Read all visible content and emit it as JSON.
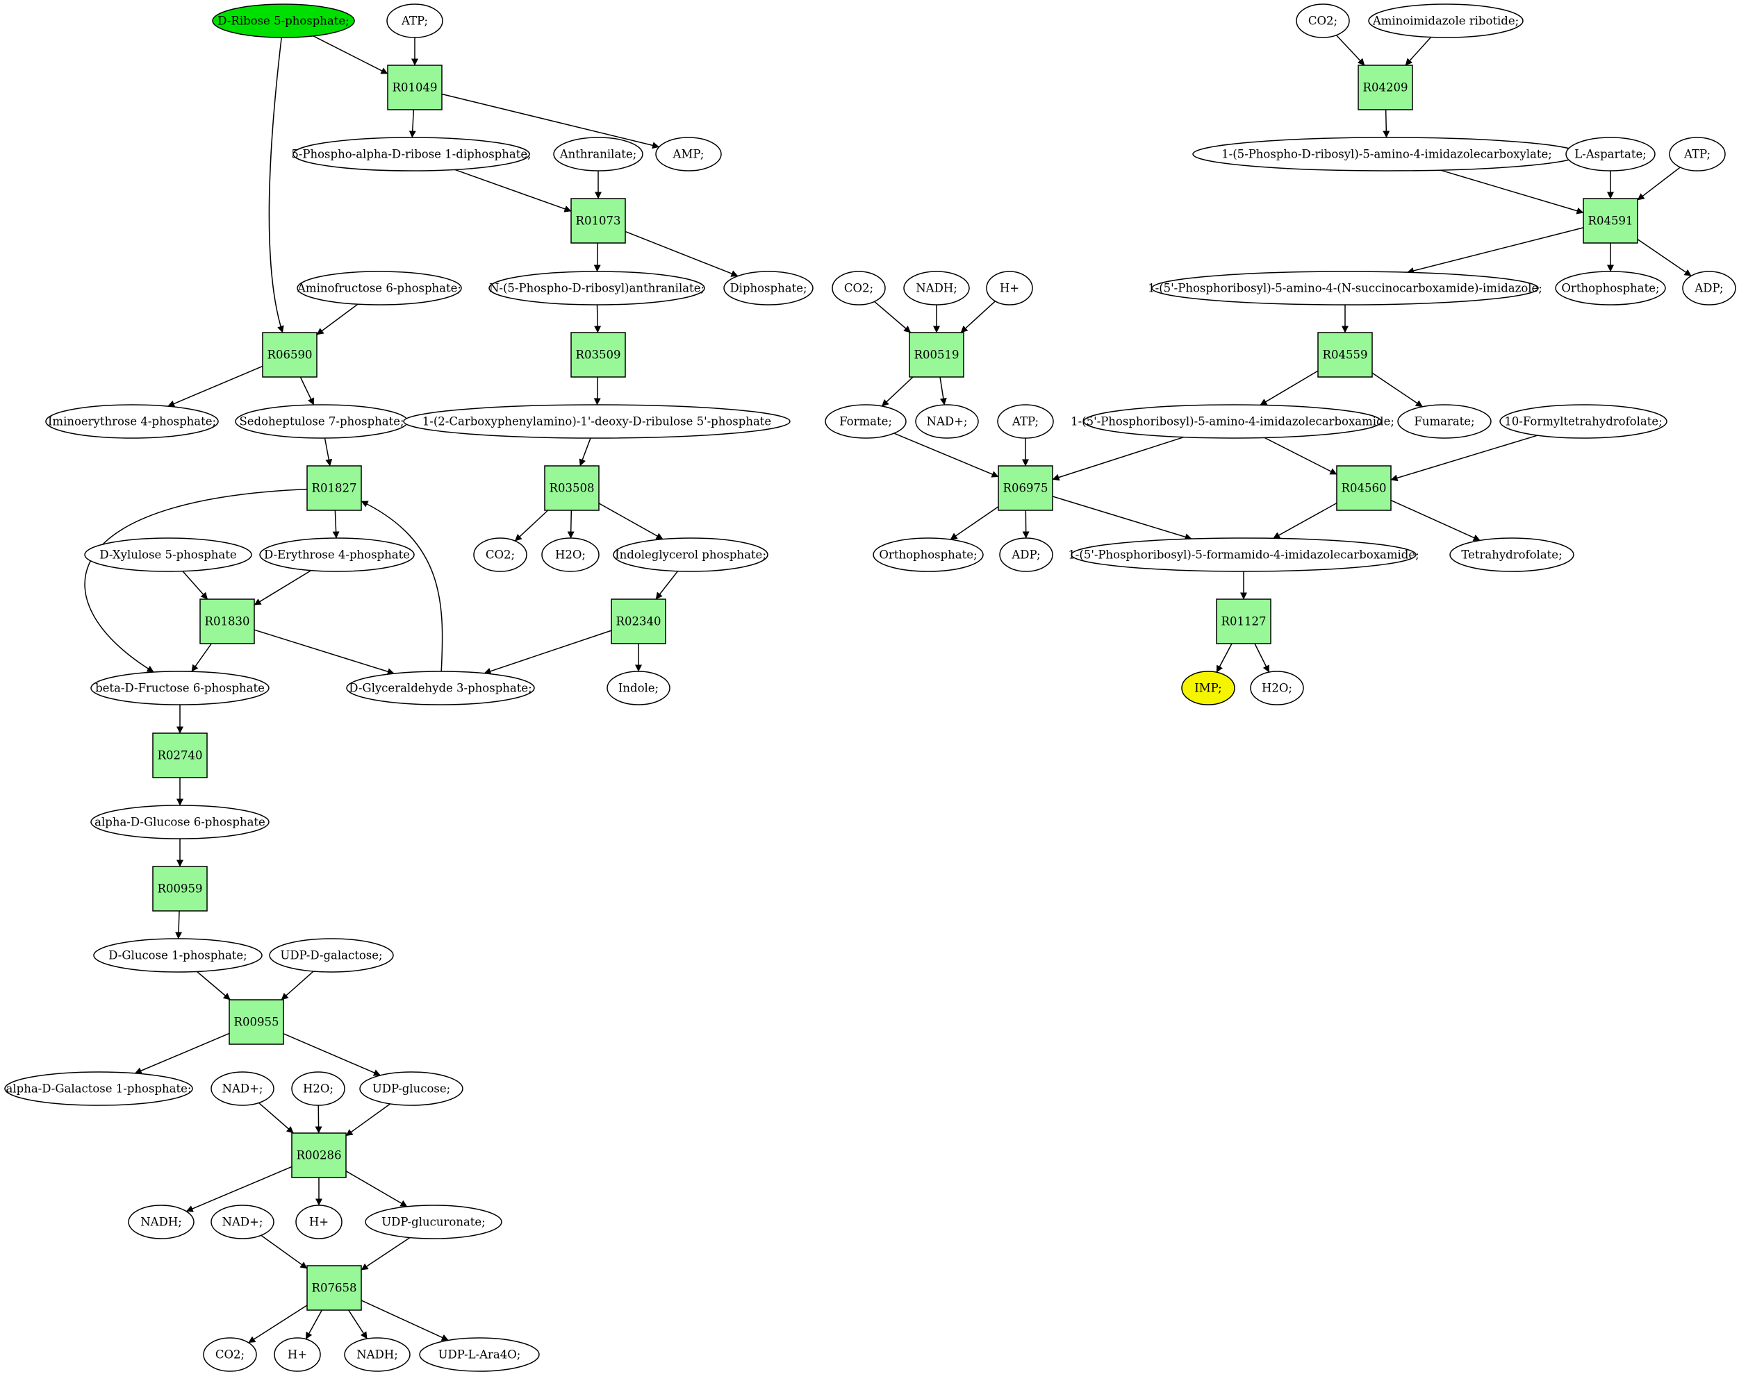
{
  "colors": {
    "reaction_fill": "#98f898",
    "source_fill": "#00e000",
    "target_fill": "#f5f500",
    "default_fill": "#ffffff",
    "stroke": "#000000"
  },
  "compounds": [
    {
      "id": "ribose5p",
      "label": "D-Ribose 5-phosphate;",
      "role": "source"
    },
    {
      "id": "atp1",
      "label": "ATP;"
    },
    {
      "id": "prpp",
      "label": "5-Phospho-alpha-D-ribose 1-diphosphate;"
    },
    {
      "id": "amp",
      "label": "AMP;"
    },
    {
      "id": "anthranilate",
      "label": "Anthranilate;"
    },
    {
      "id": "aminofructose",
      "label": "Aminofructose 6-phosphate;"
    },
    {
      "id": "nprib",
      "label": "N-(5-Phospho-D-ribosyl)anthranilate;"
    },
    {
      "id": "diphosphate",
      "label": "Diphosphate;"
    },
    {
      "id": "iminoery",
      "label": "Iminoerythrose 4-phosphate;"
    },
    {
      "id": "sedo",
      "label": "Sedoheptulose 7-phosphate;"
    },
    {
      "id": "cdrp",
      "label": "1-(2-Carboxyphenylamino)-1'-deoxy-D-ribulose 5'-phosphate"
    },
    {
      "id": "xylulose",
      "label": "D-Xylulose 5-phosphate"
    },
    {
      "id": "erythrose",
      "label": "D-Erythrose 4-phosphate"
    },
    {
      "id": "co2a",
      "label": "CO2;"
    },
    {
      "id": "h2oa",
      "label": "H2O;"
    },
    {
      "id": "igp",
      "label": "Indoleglycerol phosphate;"
    },
    {
      "id": "f6p",
      "label": "beta-D-Fructose 6-phosphate"
    },
    {
      "id": "g3p",
      "label": "D-Glyceraldehyde 3-phosphate;"
    },
    {
      "id": "indole",
      "label": "Indole;"
    },
    {
      "id": "g6p",
      "label": "alpha-D-Glucose 6-phosphate"
    },
    {
      "id": "g1p",
      "label": "D-Glucose 1-phosphate;"
    },
    {
      "id": "udpgal",
      "label": "UDP-D-galactose;"
    },
    {
      "id": "gal1p",
      "label": "alpha-D-Galactose 1-phosphate;"
    },
    {
      "id": "nad1",
      "label": "NAD+;"
    },
    {
      "id": "h2ob",
      "label": "H2O;"
    },
    {
      "id": "udpglc",
      "label": "UDP-glucose;"
    },
    {
      "id": "nadh1",
      "label": "NADH;"
    },
    {
      "id": "nad2",
      "label": "NAD+;"
    },
    {
      "id": "hplus1",
      "label": "H+"
    },
    {
      "id": "udpglcu",
      "label": "UDP-glucuronate;"
    },
    {
      "id": "co2b",
      "label": "CO2;"
    },
    {
      "id": "hplus2",
      "label": "H+"
    },
    {
      "id": "nadh2",
      "label": "NADH;"
    },
    {
      "id": "udpara",
      "label": "UDP-L-Ara4O;"
    },
    {
      "id": "co2c",
      "label": "CO2;"
    },
    {
      "id": "nadh3",
      "label": "NADH;"
    },
    {
      "id": "hplus3",
      "label": "H+"
    },
    {
      "id": "formate",
      "label": "Formate;"
    },
    {
      "id": "nad3",
      "label": "NAD+;"
    },
    {
      "id": "atp2",
      "label": "ATP;"
    },
    {
      "id": "ortho1",
      "label": "Orthophosphate;"
    },
    {
      "id": "adp1",
      "label": "ADP;"
    },
    {
      "id": "co2d",
      "label": "CO2;"
    },
    {
      "id": "air",
      "label": "Aminoimidazole ribotide;"
    },
    {
      "id": "caire",
      "label": "1-(5-Phospho-D-ribosyl)-5-amino-4-imidazolecarboxylate;"
    },
    {
      "id": "asp",
      "label": "L-Aspartate;"
    },
    {
      "id": "atp3",
      "label": "ATP;"
    },
    {
      "id": "saicar",
      "label": "1-(5'-Phosphoribosyl)-5-amino-4-(N-succinocarboxamide)-imidazole;"
    },
    {
      "id": "ortho2",
      "label": "Orthophosphate;"
    },
    {
      "id": "adp2",
      "label": "ADP;"
    },
    {
      "id": "aicar",
      "label": "1-(5'-Phosphoribosyl)-5-amino-4-imidazolecarboxamide;"
    },
    {
      "id": "fumarate",
      "label": "Fumarate;"
    },
    {
      "id": "fthf",
      "label": "10-Formyltetrahydrofolate;"
    },
    {
      "id": "faicar",
      "label": "1-(5'-Phosphoribosyl)-5-formamido-4-imidazolecarboxamide;"
    },
    {
      "id": "thf",
      "label": "Tetrahydrofolate;"
    },
    {
      "id": "imp",
      "label": "IMP;",
      "role": "target"
    },
    {
      "id": "h2oc",
      "label": "H2O;"
    }
  ],
  "reactions": [
    {
      "id": "R01049",
      "label": "R01049"
    },
    {
      "id": "R01073",
      "label": "R01073"
    },
    {
      "id": "R06590",
      "label": "R06590"
    },
    {
      "id": "R03509",
      "label": "R03509"
    },
    {
      "id": "R01827",
      "label": "R01827"
    },
    {
      "id": "R03508",
      "label": "R03508"
    },
    {
      "id": "R01830",
      "label": "R01830"
    },
    {
      "id": "R02340",
      "label": "R02340"
    },
    {
      "id": "R02740",
      "label": "R02740"
    },
    {
      "id": "R00959",
      "label": "R00959"
    },
    {
      "id": "R00955",
      "label": "R00955"
    },
    {
      "id": "R00286",
      "label": "R00286"
    },
    {
      "id": "R07658",
      "label": "R07658"
    },
    {
      "id": "R00519",
      "label": "R00519"
    },
    {
      "id": "R06975",
      "label": "R06975"
    },
    {
      "id": "R04209",
      "label": "R04209"
    },
    {
      "id": "R04591",
      "label": "R04591"
    },
    {
      "id": "R04559",
      "label": "R04559"
    },
    {
      "id": "R04560",
      "label": "R04560"
    },
    {
      "id": "R01127",
      "label": "R01127"
    }
  ],
  "edges": [
    [
      "ribose5p",
      "R01049"
    ],
    [
      "atp1",
      "R01049"
    ],
    [
      "R01049",
      "prpp"
    ],
    [
      "R01049",
      "amp"
    ],
    [
      "ribose5p",
      "R06590"
    ],
    [
      "prpp",
      "R01073"
    ],
    [
      "anthranilate",
      "R01073"
    ],
    [
      "R01073",
      "nprib"
    ],
    [
      "R01073",
      "diphosphate"
    ],
    [
      "aminofructose",
      "R06590"
    ],
    [
      "R06590",
      "iminoery"
    ],
    [
      "R06590",
      "sedo"
    ],
    [
      "nprib",
      "R03509"
    ],
    [
      "R03509",
      "cdrp"
    ],
    [
      "sedo",
      "R01827"
    ],
    [
      "R01827",
      "erythrose"
    ],
    [
      "R01827",
      "f6p"
    ],
    [
      "cdrp",
      "R03508"
    ],
    [
      "R03508",
      "co2a"
    ],
    [
      "R03508",
      "h2oa"
    ],
    [
      "R03508",
      "igp"
    ],
    [
      "xylulose",
      "R01830"
    ],
    [
      "erythrose",
      "R01830"
    ],
    [
      "R01830",
      "f6p"
    ],
    [
      "R01830",
      "g3p"
    ],
    [
      "igp",
      "R02340"
    ],
    [
      "R02340",
      "g3p"
    ],
    [
      "R02340",
      "indole"
    ],
    [
      "g3p",
      "R01827"
    ],
    [
      "f6p",
      "R02740"
    ],
    [
      "R02740",
      "g6p"
    ],
    [
      "g6p",
      "R00959"
    ],
    [
      "R00959",
      "g1p"
    ],
    [
      "g1p",
      "R00955"
    ],
    [
      "udpgal",
      "R00955"
    ],
    [
      "R00955",
      "gal1p"
    ],
    [
      "R00955",
      "udpglc"
    ],
    [
      "nad1",
      "R00286"
    ],
    [
      "h2ob",
      "R00286"
    ],
    [
      "udpglc",
      "R00286"
    ],
    [
      "R00286",
      "nadh1"
    ],
    [
      "R00286",
      "hplus1"
    ],
    [
      "R00286",
      "udpglcu"
    ],
    [
      "nad2",
      "R07658"
    ],
    [
      "udpglcu",
      "R07658"
    ],
    [
      "R07658",
      "co2b"
    ],
    [
      "R07658",
      "hplus2"
    ],
    [
      "R07658",
      "nadh2"
    ],
    [
      "R07658",
      "udpara"
    ],
    [
      "co2c",
      "R00519"
    ],
    [
      "nadh3",
      "R00519"
    ],
    [
      "hplus3",
      "R00519"
    ],
    [
      "R00519",
      "formate"
    ],
    [
      "R00519",
      "nad3"
    ],
    [
      "formate",
      "R06975"
    ],
    [
      "atp2",
      "R06975"
    ],
    [
      "aicar",
      "R06975"
    ],
    [
      "R06975",
      "ortho1"
    ],
    [
      "R06975",
      "adp1"
    ],
    [
      "R06975",
      "faicar"
    ],
    [
      "co2d",
      "R04209"
    ],
    [
      "air",
      "R04209"
    ],
    [
      "R04209",
      "caire"
    ],
    [
      "caire",
      "R04591"
    ],
    [
      "asp",
      "R04591"
    ],
    [
      "atp3",
      "R04591"
    ],
    [
      "R04591",
      "saicar"
    ],
    [
      "R04591",
      "ortho2"
    ],
    [
      "R04591",
      "adp2"
    ],
    [
      "saicar",
      "R04559"
    ],
    [
      "R04559",
      "aicar"
    ],
    [
      "R04559",
      "fumarate"
    ],
    [
      "aicar",
      "R04560"
    ],
    [
      "fthf",
      "R04560"
    ],
    [
      "R04560",
      "faicar"
    ],
    [
      "R04560",
      "thf"
    ],
    [
      "faicar",
      "R01127"
    ],
    [
      "R01127",
      "imp"
    ],
    [
      "R01127",
      "h2oc"
    ]
  ]
}
